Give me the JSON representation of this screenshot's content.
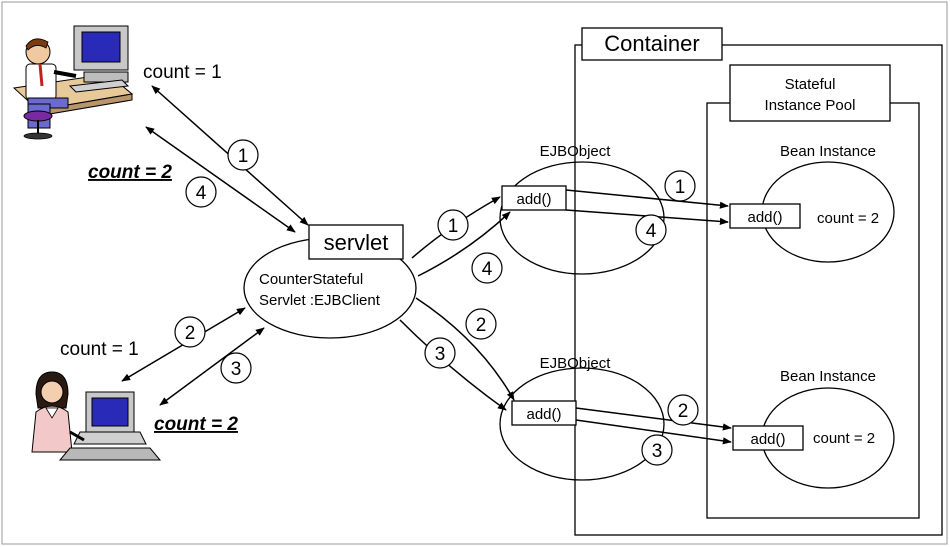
{
  "labels": {
    "container": "Container",
    "pool_line1": "Stateful",
    "pool_line2": "Instance Pool",
    "servlet": "servlet",
    "client_line1": "CounterStateful",
    "client_line2": "Servlet :EJBClient",
    "ejbobject_top": "EJBObject",
    "ejbobject_bottom": "EJBObject",
    "bean_top": "Bean Instance",
    "bean_bottom": "Bean Instance",
    "add_ejb_top": "add()",
    "add_ejb_bottom": "add()",
    "add_bean_top": "add()",
    "add_bean_bottom": "add()",
    "bean_count_top": "count = 2",
    "bean_count_bottom": "count = 2",
    "user1_count1": "count = 1",
    "user1_count2": "count = 2",
    "user2_count1": "count = 1",
    "user2_count2": "count = 2"
  },
  "steps": {
    "u1_1": "1",
    "u1_4": "4",
    "u2_2": "2",
    "u2_3": "3",
    "s_1": "1",
    "s_4": "4",
    "s_2": "2",
    "s_3": "3",
    "e1_1": "1",
    "e1_4": "4",
    "e2_2": "2",
    "e2_3": "3"
  },
  "icons": {
    "user_top": "man-at-computer-icon",
    "user_bottom": "woman-at-computer-icon"
  }
}
